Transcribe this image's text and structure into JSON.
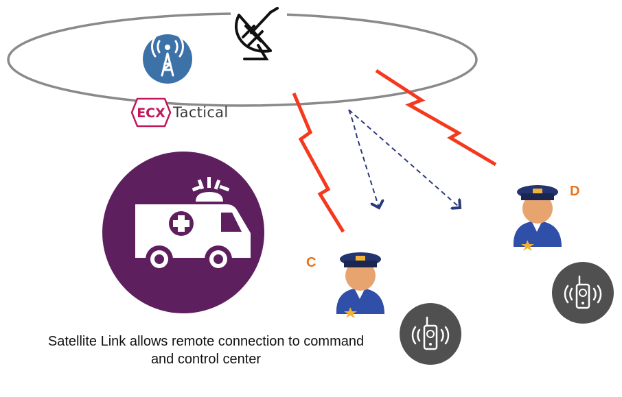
{
  "brand": {
    "badge": "ECX",
    "name": "Tactical",
    "color": "#C2185B"
  },
  "labels": {
    "c": "C",
    "d": "D"
  },
  "caption": "Satellite Link allows remote connection to command and control center",
  "colors": {
    "ambulance_circle": "#5E1F5E",
    "tower_circle": "#3C72A8",
    "radio_circle": "#505050",
    "link_red": "#F5391D",
    "dashed_blue": "#2A3A7A",
    "orbit_gray": "#8A8A8A",
    "label_orange": "#E8731A"
  },
  "icons": {
    "satellite": "satellite-dish-icon",
    "tower": "radio-tower-icon",
    "ambulance": "ambulance-icon",
    "officer": "police-officer-icon",
    "radio": "walkie-talkie-icon"
  }
}
